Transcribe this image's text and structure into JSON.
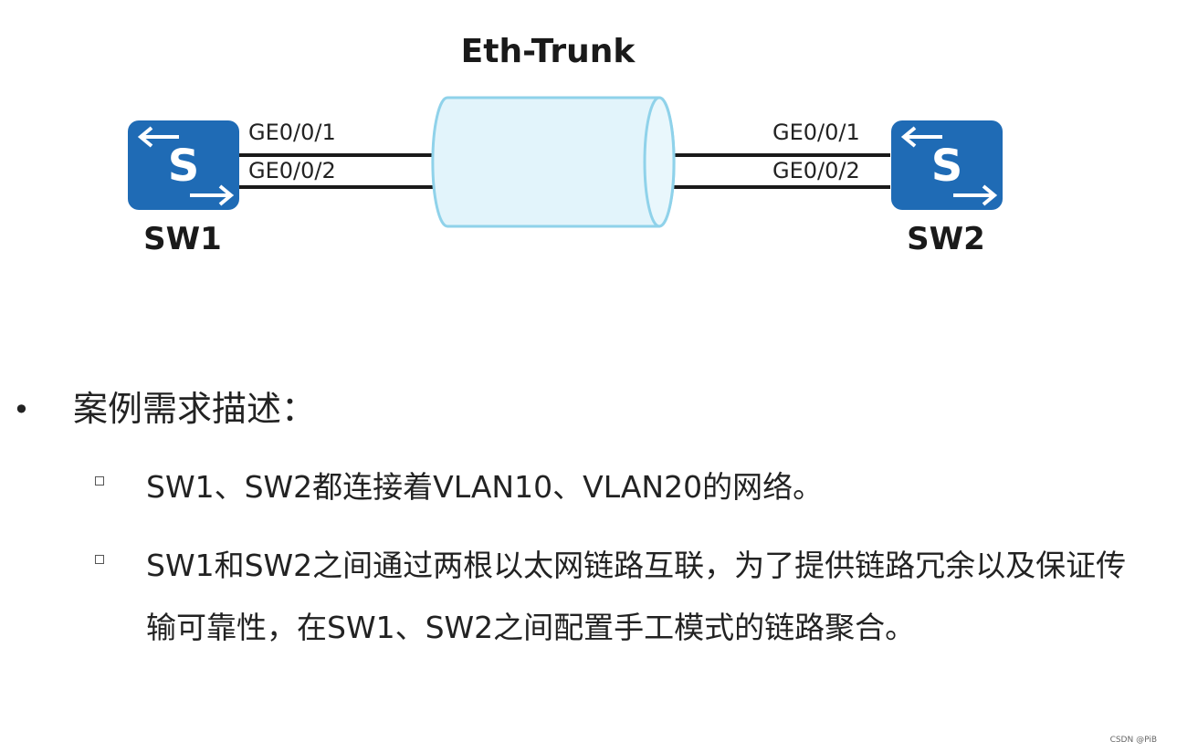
{
  "diagram": {
    "trunk_label": "Eth-Trunk",
    "switches": [
      {
        "name": "SW1",
        "icon_letter": "S"
      },
      {
        "name": "SW2",
        "icon_letter": "S"
      }
    ],
    "ports_left": [
      "GE0/0/1",
      "GE0/0/2"
    ],
    "ports_right": [
      "GE0/0/1",
      "GE0/0/2"
    ],
    "colors": {
      "switch_fill": "#1f6bb5",
      "trunk_fill": "#e2f4fb",
      "trunk_stroke": "#8fd2ea",
      "link": "#1a1a1a"
    }
  },
  "content": {
    "bullet_symbol": "•",
    "heading": "案例需求描述：",
    "items": [
      {
        "text": "SW1、SW2都连接着VLAN10、VLAN20的网络。"
      },
      {
        "text": "SW1和SW2之间通过两根以太网链路互联，为了提供链路冗余以及保证传输可靠性，在SW1、SW2之间配置手工模式的链路聚合。"
      }
    ]
  },
  "footer": {
    "watermark": "CSDN @PiB"
  }
}
